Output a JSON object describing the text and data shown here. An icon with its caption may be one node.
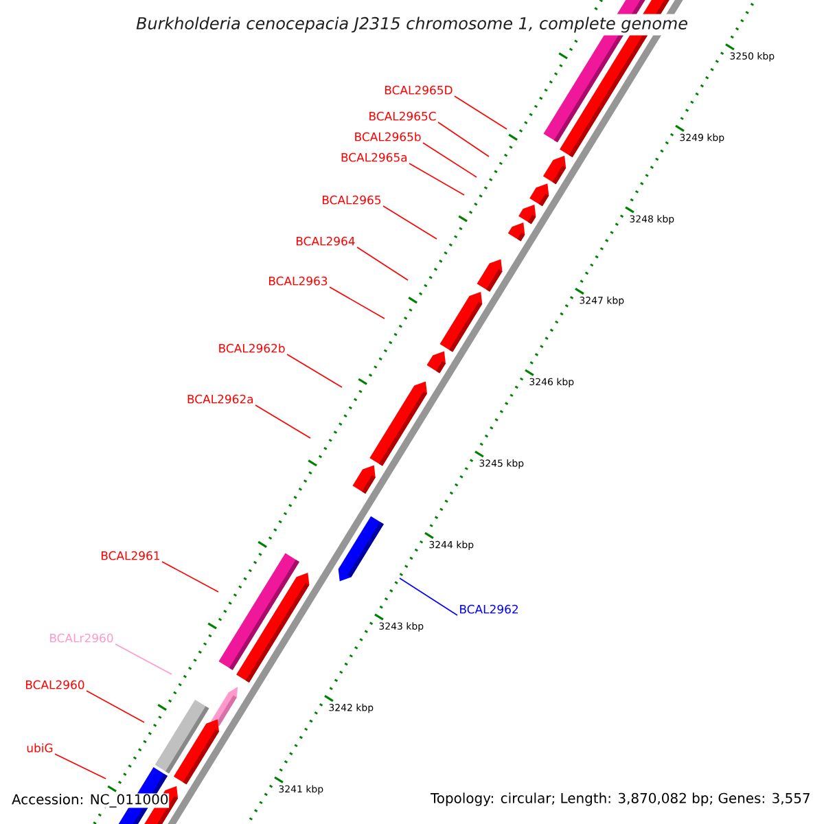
{
  "diagram": {
    "title": "Burkholderia cenocepacia J2315 chromosome 1, complete genome",
    "nodes": [
      {
        "text": [
          "BCAL2965D"
        ]
      },
      {
        "text": [
          "BCAL2965C"
        ]
      },
      {
        "text": [
          "BCAL2965b"
        ]
      },
      {
        "text": [
          "BCAL2965a"
        ]
      },
      {
        "text": [
          "BCAL2965"
        ]
      },
      {
        "text": [
          "BCAL2964"
        ]
      },
      {
        "text": [
          "BCAL2963"
        ]
      },
      {
        "text": [
          "BCAL2962b"
        ]
      },
      {
        "text": [
          "BCAL2962a"
        ]
      },
      {
        "text": [
          "BCAL2961"
        ]
      },
      {
        "text": [
          "BCAL2962"
        ]
      },
      {
        "text": [
          "BCALr2960"
        ]
      },
      {
        "text": [
          "BCAL2960"
        ]
      },
      {
        "text": [
          "ubiG"
        ]
      }
    ],
    "edges": [
      {
        "from": 0,
        "to": null,
        "arrow": "none"
      },
      {
        "from": 1,
        "to": null,
        "arrow": "none"
      },
      {
        "from": 2,
        "to": null,
        "arrow": "none"
      },
      {
        "from": 3,
        "to": null,
        "arrow": "none"
      },
      {
        "from": 4,
        "to": null,
        "arrow": "none"
      },
      {
        "from": 5,
        "to": null,
        "arrow": "none"
      },
      {
        "from": 6,
        "to": null,
        "arrow": "none"
      },
      {
        "from": 7,
        "to": null,
        "arrow": "none"
      },
      {
        "from": 8,
        "to": null,
        "arrow": "none"
      },
      {
        "from": 9,
        "to": null,
        "arrow": "none"
      },
      {
        "from": 10,
        "to": null,
        "arrow": "none",
        "color": "#0000ff"
      },
      {
        "from": 11,
        "to": null,
        "arrow": "none",
        "color": "#ff99cc"
      },
      {
        "from": 12,
        "to": null,
        "arrow": "none"
      },
      {
        "from": 13,
        "to": null,
        "arrow": "none"
      }
    ],
    "labels": [
      "3250 kbp",
      "3249 kbp",
      "3248 kbp",
      "3247 kbp",
      "3246 kbp",
      "3245 kbp",
      "3244 kbp",
      "3243 kbp",
      "3242 kbp",
      "3241 kbp",
      "Accession: NC_011000",
      "Topology: circular; Length: 3,870,082 bp; Genes: 3,557"
    ]
  }
}
